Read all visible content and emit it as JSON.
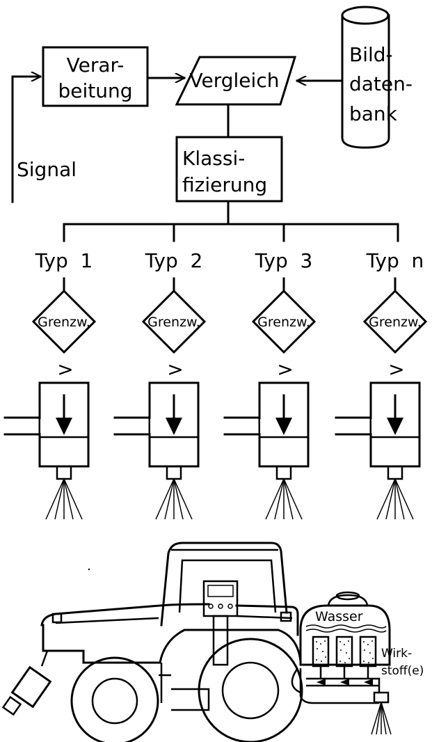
{
  "flow": {
    "signal": "Signal",
    "verarbeitung": [
      "Verar-",
      "beitung"
    ],
    "vergleich": "Vergleich",
    "bilddatenbank": [
      "Bild-",
      "daten-",
      "bank"
    ],
    "klassifizierung": [
      "Klassi-",
      "fizierung"
    ]
  },
  "types": [
    {
      "label": "Typ  1",
      "threshold": "Grenzw.",
      "operator": ">"
    },
    {
      "label": "Typ  2",
      "threshold": "Grenzw.",
      "operator": ">"
    },
    {
      "label": "Typ  3",
      "threshold": "Grenzw.",
      "operator": ">"
    },
    {
      "label": "Typ  n",
      "threshold": "Grenzw.",
      "operator": ">"
    }
  ],
  "sprayer": {
    "wasser": "Wasser",
    "wirkstoff": [
      "Wirk-",
      "stoff(e)"
    ]
  }
}
